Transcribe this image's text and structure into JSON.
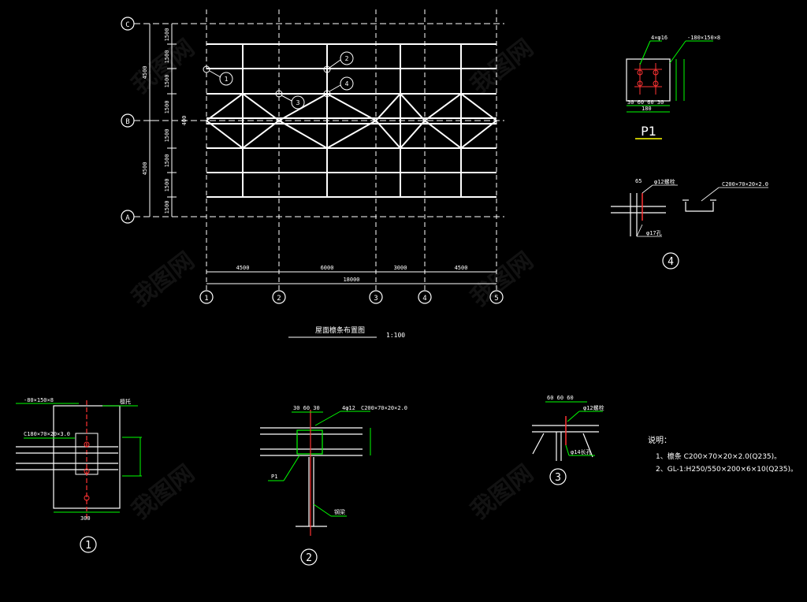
{
  "plan": {
    "title": "屋面檩条布置图",
    "scale": "1:100",
    "axes_rows": [
      "C",
      "B",
      "A"
    ],
    "axes_cols": [
      "1",
      "2",
      "3",
      "4",
      "5"
    ],
    "dims_left": [
      "1500",
      "1500",
      "1500",
      "1500",
      "1500",
      "1500",
      "1500",
      "1500"
    ],
    "dims_left_total": [
      "4500",
      "4500"
    ],
    "dim_mid": "400",
    "dims_bottom": [
      "4500",
      "6000",
      "3000",
      "4500"
    ],
    "dim_bottom_total": "18000",
    "callouts": [
      "1",
      "2",
      "3",
      "4"
    ]
  },
  "detail_p1": {
    "label": "P1",
    "note_left": "4×φ16",
    "note_right": "-180×150×8",
    "dims_bottom": "30 60 60 30",
    "dim_total": "180"
  },
  "detail_4": {
    "label": "4",
    "note_top": "φ12螺栓",
    "note_bottom": "φ17孔",
    "section": "C200×70×20×2.0",
    "dim": "65"
  },
  "detail_1": {
    "label": "1",
    "note_top": "-80×150×8",
    "note_side": "檩托",
    "note_left": "C180×70×20×3.0",
    "dim": "300"
  },
  "detail_2": {
    "label": "2",
    "note_top": "4φ12",
    "note_section": "C200×70×20×2.0",
    "p1": "P1",
    "beam": "钢梁",
    "dims": "30 60 30"
  },
  "detail_3": {
    "label": "3",
    "note_top": "φ12螺栓",
    "note_bottom": "φ14长孔",
    "dims": "60 60 60"
  },
  "notes": {
    "title": "说明：",
    "lines": [
      "1、檩条 C200×70×20×2.0(Q235)。",
      "2、GL-1:H250/550×200×6×10(Q235)。"
    ]
  },
  "watermark": "我图网",
  "colors": {
    "line": "#ffffff",
    "dim": "#00ff00",
    "axis": "#ff3333",
    "text": "#ffffff",
    "label": "#ffff00"
  }
}
